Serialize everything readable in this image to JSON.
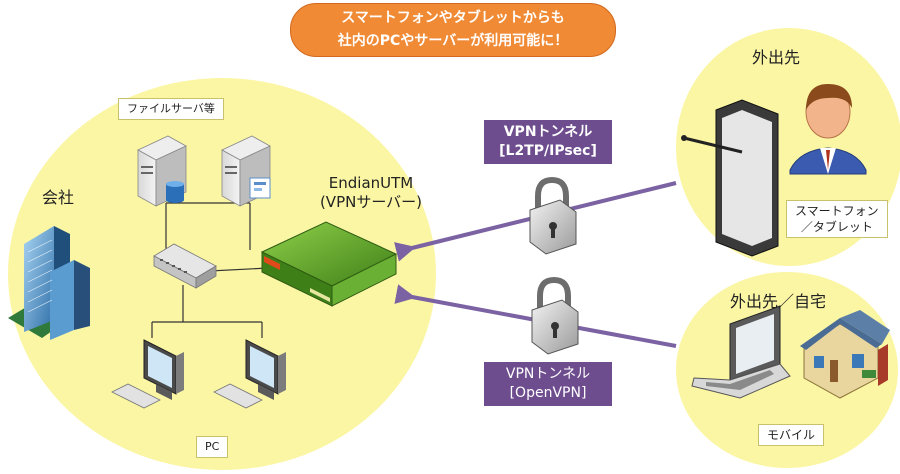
{
  "banner": {
    "line1": "スマートフォンやタブレットからも",
    "line2": "社内のPCやサーバーが利用可能に！"
  },
  "company": {
    "label": "会社",
    "file_servers_label": "ファイルサーバ等",
    "pc_label": "PC"
  },
  "endian": {
    "line1": "EndianUTM",
    "line2": "(VPNサーバー)"
  },
  "vpn_top": {
    "line1": "VPNトンネル",
    "line2": "[L2TP/IPsec]"
  },
  "vpn_bottom": {
    "line1": "VPNトンネル",
    "line2": "[OpenVPN]"
  },
  "remote_top": {
    "label": "外出先",
    "device_line1": "スマートフォン",
    "device_line2": "／タブレット"
  },
  "remote_bottom": {
    "label": "外出先／自宅",
    "device_label": "モバイル"
  },
  "colors": {
    "zone": "#fbf6a4",
    "banner": "#f08a35",
    "vpn_tag": "#6e4d8f",
    "arrow": "#7b62a3",
    "utm_green": "#5aa02c"
  },
  "icons": [
    "building-icon",
    "server-icon",
    "database-icon",
    "switch-icon",
    "utm-appliance-icon",
    "monitor-icon",
    "keyboard-icon",
    "padlock-icon",
    "tablet-icon",
    "stylus-icon",
    "user-icon",
    "laptop-icon",
    "house-icon"
  ]
}
